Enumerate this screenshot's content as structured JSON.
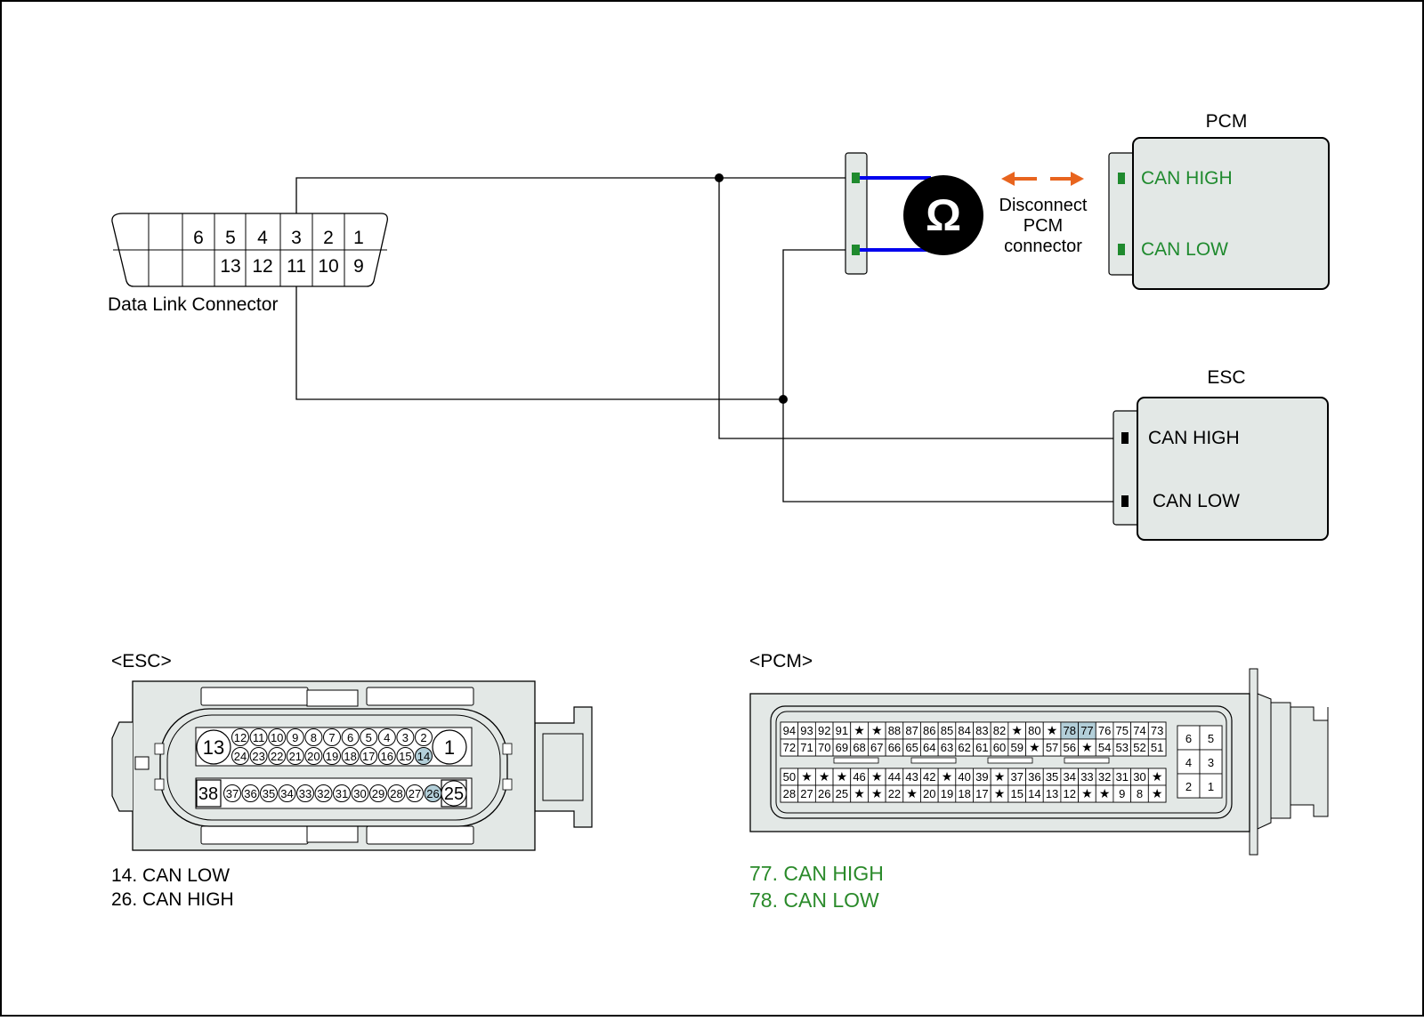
{
  "dlc": {
    "top_pins": [
      "6",
      "5",
      "4",
      "3",
      "2",
      "1"
    ],
    "bottom_pins": [
      "13",
      "12",
      "11",
      "10",
      "9"
    ],
    "label": "Data Link Connector"
  },
  "pcm_module": {
    "title": "PCM",
    "can_high": "CAN HIGH",
    "can_low": "CAN LOW"
  },
  "esc_module": {
    "title": "ESC",
    "can_high": "CAN HIGH",
    "can_low": "CAN LOW"
  },
  "meter": {
    "symbol": "Ω"
  },
  "disconnect_note": [
    "Disconnect",
    "PCM",
    "connector"
  ],
  "esc_connector": {
    "title": "<ESC>",
    "big_pins": [
      "13",
      "1",
      "38",
      "25"
    ],
    "row1": [
      "12",
      "11",
      "10",
      "9",
      "8",
      "7",
      "6",
      "5",
      "4",
      "3",
      "2"
    ],
    "row2": [
      "24",
      "23",
      "22",
      "21",
      "20",
      "19",
      "18",
      "17",
      "16",
      "15",
      "14"
    ],
    "row3": [
      "37",
      "36",
      "35",
      "34",
      "33",
      "32",
      "31",
      "30",
      "29",
      "28",
      "27",
      "26"
    ],
    "highlight": [
      "14",
      "26"
    ],
    "legend": [
      "14. CAN LOW",
      "26. CAN HIGH"
    ]
  },
  "pcm_connector": {
    "title": "<PCM>",
    "row1": [
      "94",
      "93",
      "92",
      "91",
      "★",
      "★",
      "88",
      "87",
      "86",
      "85",
      "84",
      "83",
      "82",
      "★",
      "80",
      "★",
      "78",
      "77",
      "76",
      "75",
      "74",
      "73"
    ],
    "row2": [
      "72",
      "71",
      "70",
      "69",
      "68",
      "67",
      "66",
      "65",
      "64",
      "63",
      "62",
      "61",
      "60",
      "59",
      "★",
      "57",
      "56",
      "★",
      "54",
      "53",
      "52",
      "51"
    ],
    "row3": [
      "50",
      "★",
      "★",
      "★",
      "46",
      "★",
      "44",
      "43",
      "42",
      "★",
      "40",
      "39",
      "★",
      "37",
      "36",
      "35",
      "34",
      "33",
      "32",
      "31",
      "30",
      "★"
    ],
    "row4": [
      "28",
      "27",
      "26",
      "25",
      "★",
      "★",
      "22",
      "★",
      "20",
      "19",
      "18",
      "17",
      "★",
      "15",
      "14",
      "13",
      "12",
      "★",
      "★",
      "9",
      "8",
      "★"
    ],
    "small_block": [
      "6",
      "5",
      "4",
      "3",
      "2",
      "1"
    ],
    "highlight": [
      "78",
      "77"
    ],
    "legend": [
      "77. CAN HIGH",
      "78. CAN LOW"
    ]
  },
  "colors": {
    "wire": "#000000",
    "probe_wire": "#0000ee",
    "pin_green": "#1f8a2e",
    "arrow_orange": "#e8641e",
    "module_fill": "#e3e8e6",
    "highlight": "#b3cfd9",
    "legend_green": "#2a8a2a"
  }
}
